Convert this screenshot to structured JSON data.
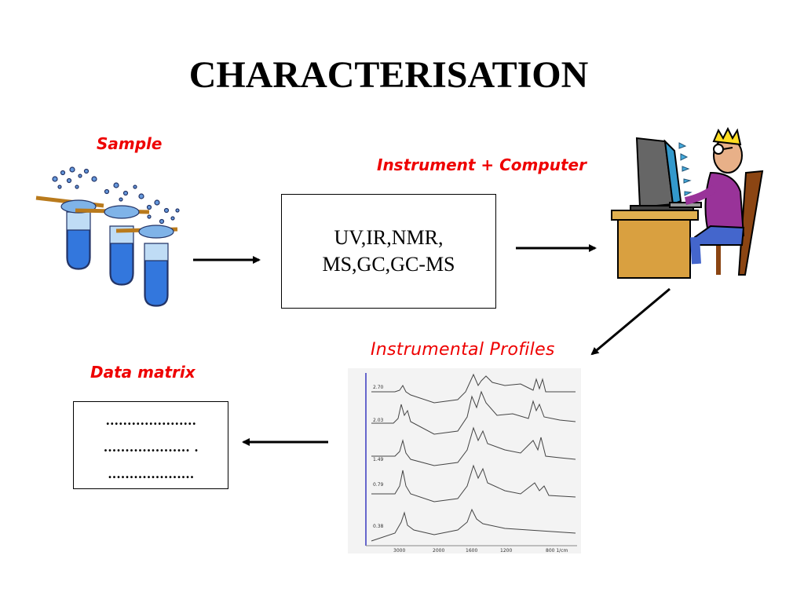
{
  "title": "CHARACTERISATION",
  "labels": {
    "sample": "Sample",
    "instrument_computer": "Instrument + Computer",
    "instrumental_profiles": "Instrumental Profiles",
    "data_matrix": "Data matrix"
  },
  "techniques": {
    "line1": "UV,IR,NMR,",
    "line2": "MS,GC,GC-MS"
  },
  "data_matrix_rows": [
    ".....................",
    ".................... .",
    "...................."
  ],
  "spectra_chart": {
    "y_labels": [
      "2.70",
      "2.03",
      "1.49",
      "0.79",
      "0.38"
    ],
    "x_labels": [
      "3000",
      "2000",
      "1600",
      "1200",
      "800 1/cm"
    ]
  },
  "colors": {
    "accent_red": "#ee0000",
    "tube_blue": "#3377dd",
    "desk": "#d9a040",
    "shirt": "#993399",
    "chair": "#8b4513"
  }
}
